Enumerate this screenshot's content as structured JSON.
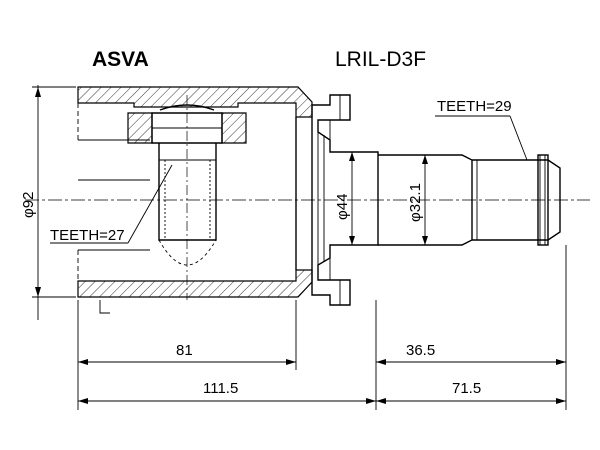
{
  "header": {
    "brand": "ASVA",
    "part_number": "LRIL-D3F"
  },
  "labels": {
    "teeth_outer": "TEETH=29",
    "teeth_inner": "TEETH=27"
  },
  "dimensions": {
    "housing_diameter": "φ92",
    "flange_diameter": "φ44",
    "shaft_diameter": "φ32.1",
    "housing_length": "81",
    "shaft_length": "36.5",
    "total_left": "111.5",
    "total_right": "71.5"
  }
}
